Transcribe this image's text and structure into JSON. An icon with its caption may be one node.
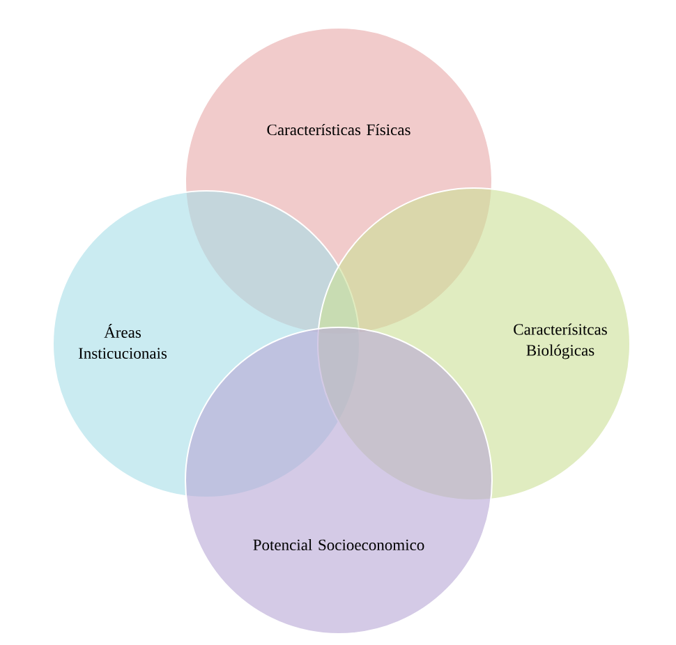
{
  "diagram": {
    "nodes": [
      {
        "text": [
          "Características Físicas"
        ]
      },
      {
        "text": [
          "Áreas Insticucionais"
        ]
      },
      {
        "text": [
          "Caracterísitcas Biológicas"
        ]
      },
      {
        "text": [
          "Potencial Socioeconomico"
        ]
      }
    ]
  }
}
